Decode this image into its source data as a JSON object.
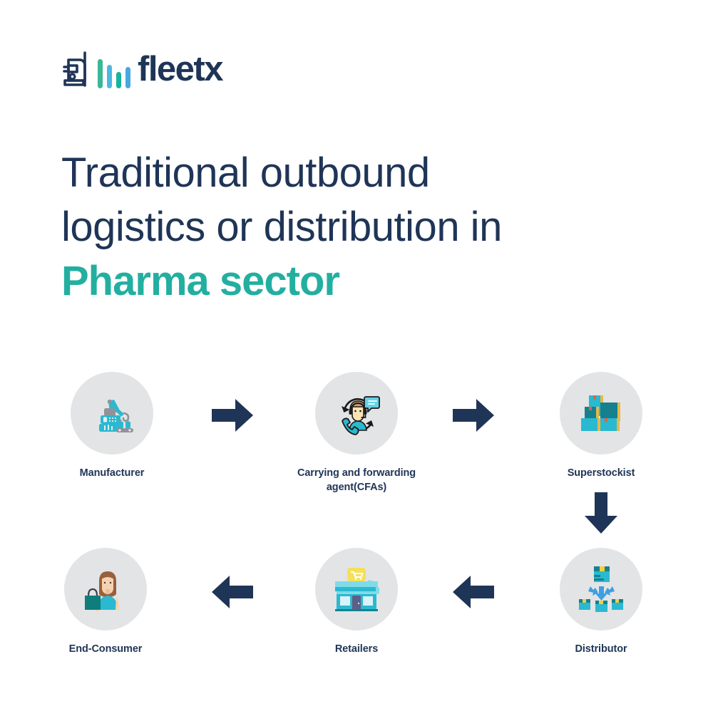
{
  "brand": {
    "name": "fleetx",
    "logo_icon": "truck-icon",
    "navy": "#1f3557",
    "teal": "#23afa0",
    "bar_colors": [
      "#3ab795",
      "#4cb8e0",
      "#18b39a",
      "#4aa8e0"
    ]
  },
  "title": {
    "line1": "Traditional outbound",
    "line2": "logistics or distribution in",
    "line3": "Pharma sector",
    "color": "#1f3557",
    "accent_color": "#23afa0"
  },
  "flow": {
    "circle_color": "#e3e4e5",
    "arrow_color": "#1f3557",
    "nodes": [
      {
        "id": "manufacturer",
        "label": "Manufacturer",
        "icon": "factory-robot-arm-icon"
      },
      {
        "id": "cfa",
        "label": "Carrying and forwarding agent(CFAs)",
        "icon": "support-agent-headset-icon"
      },
      {
        "id": "superstockist",
        "label": "Superstockist",
        "icon": "stacked-boxes-icon"
      },
      {
        "id": "distributor",
        "label": "Distributor",
        "icon": "box-distribution-arrows-icon"
      },
      {
        "id": "retailers",
        "label": "Retailers",
        "icon": "storefront-icon"
      },
      {
        "id": "end-consumer",
        "label": "End-Consumer",
        "icon": "shopper-woman-bag-icon"
      }
    ],
    "arrows": [
      {
        "id": "arrow-manufacturer-to-cfa",
        "direction": "right"
      },
      {
        "id": "arrow-cfa-to-superstockist",
        "direction": "right"
      },
      {
        "id": "arrow-superstockist-to-distributor",
        "direction": "down"
      },
      {
        "id": "arrow-distributor-to-retailers",
        "direction": "left"
      },
      {
        "id": "arrow-retailers-to-end-consumer",
        "direction": "left"
      }
    ]
  }
}
